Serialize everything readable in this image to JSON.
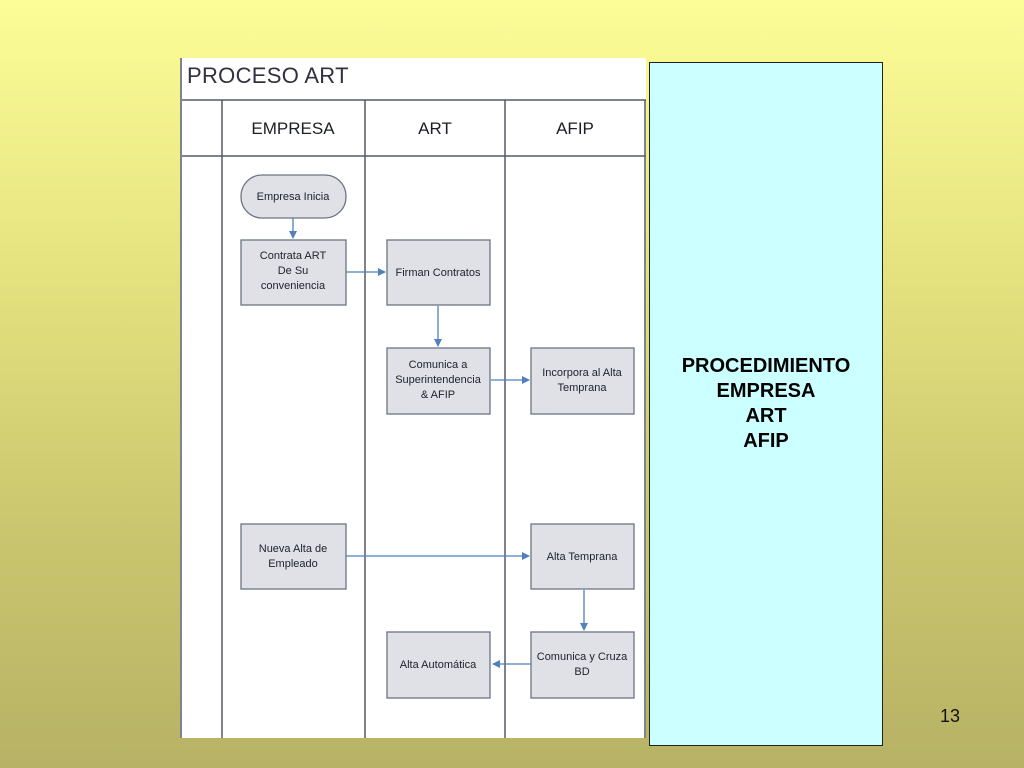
{
  "diagram": {
    "title": "PROCESO ART",
    "lanes": [
      "EMPRESA",
      "ART",
      "AFIP"
    ],
    "nodes": {
      "empresa_inicia": [
        "Empresa Inicia"
      ],
      "contrata_art": [
        "Contrata ART",
        "De Su",
        "conveniencia"
      ],
      "firman_contratos": [
        "Firman Contratos"
      ],
      "comunica_super": [
        "Comunica a",
        "Superintendencia",
        "& AFIP"
      ],
      "incorpora_alta": [
        "Incorpora al Alta",
        "Temprana"
      ],
      "nueva_alta": [
        "Nueva Alta de",
        "Empleado"
      ],
      "alta_temprana": [
        "Alta Temprana"
      ],
      "comunica_cruza": [
        "Comunica y Cruza",
        "BD"
      ],
      "alta_automatica": [
        "Alta Automática"
      ]
    }
  },
  "side_panel": {
    "lines": [
      "PROCEDIMIENTO",
      "EMPRESA",
      "ART",
      "AFIP"
    ]
  },
  "slide": {
    "page_number": "13"
  },
  "colors": {
    "node_fill": "#dfe1e7",
    "node_stroke": "#6b7486",
    "arrow": "#4f81bd",
    "panel_fill": "#ccffff"
  }
}
